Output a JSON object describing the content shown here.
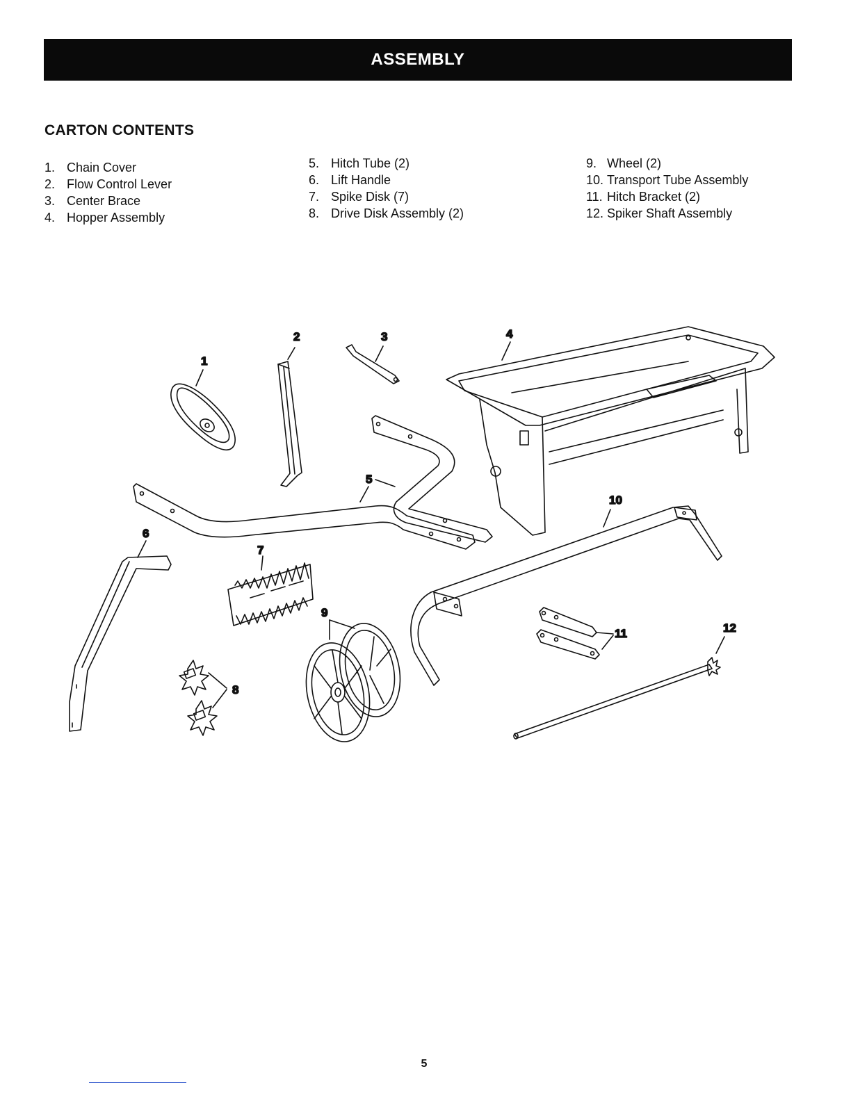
{
  "header": {
    "title": "ASSEMBLY"
  },
  "section": {
    "title": "CARTON CONTENTS"
  },
  "parts": [
    {
      "num": "1.",
      "label": "Chain Cover"
    },
    {
      "num": "2.",
      "label": "Flow Control Lever"
    },
    {
      "num": "3.",
      "label": "Center Brace"
    },
    {
      "num": "4.",
      "label": "Hopper Assembly"
    },
    {
      "num": "5.",
      "label": "Hitch Tube (2)"
    },
    {
      "num": "6.",
      "label": "Lift Handle"
    },
    {
      "num": "7.",
      "label": "Spike Disk (7)"
    },
    {
      "num": "8.",
      "label": "Drive Disk Assembly (2)"
    },
    {
      "num": "9.",
      "label": "Wheel (2)"
    },
    {
      "num": "10.",
      "label": "Transport Tube Assembly"
    },
    {
      "num": "11.",
      "label": "Hitch Bracket (2)"
    },
    {
      "num": "12.",
      "label": "Spiker Shaft Assembly"
    }
  ],
  "callouts": [
    "1",
    "2",
    "3",
    "4",
    "5",
    "6",
    "7",
    "8",
    "9",
    "10",
    "11",
    "12"
  ],
  "footer": {
    "page_number": "5"
  }
}
